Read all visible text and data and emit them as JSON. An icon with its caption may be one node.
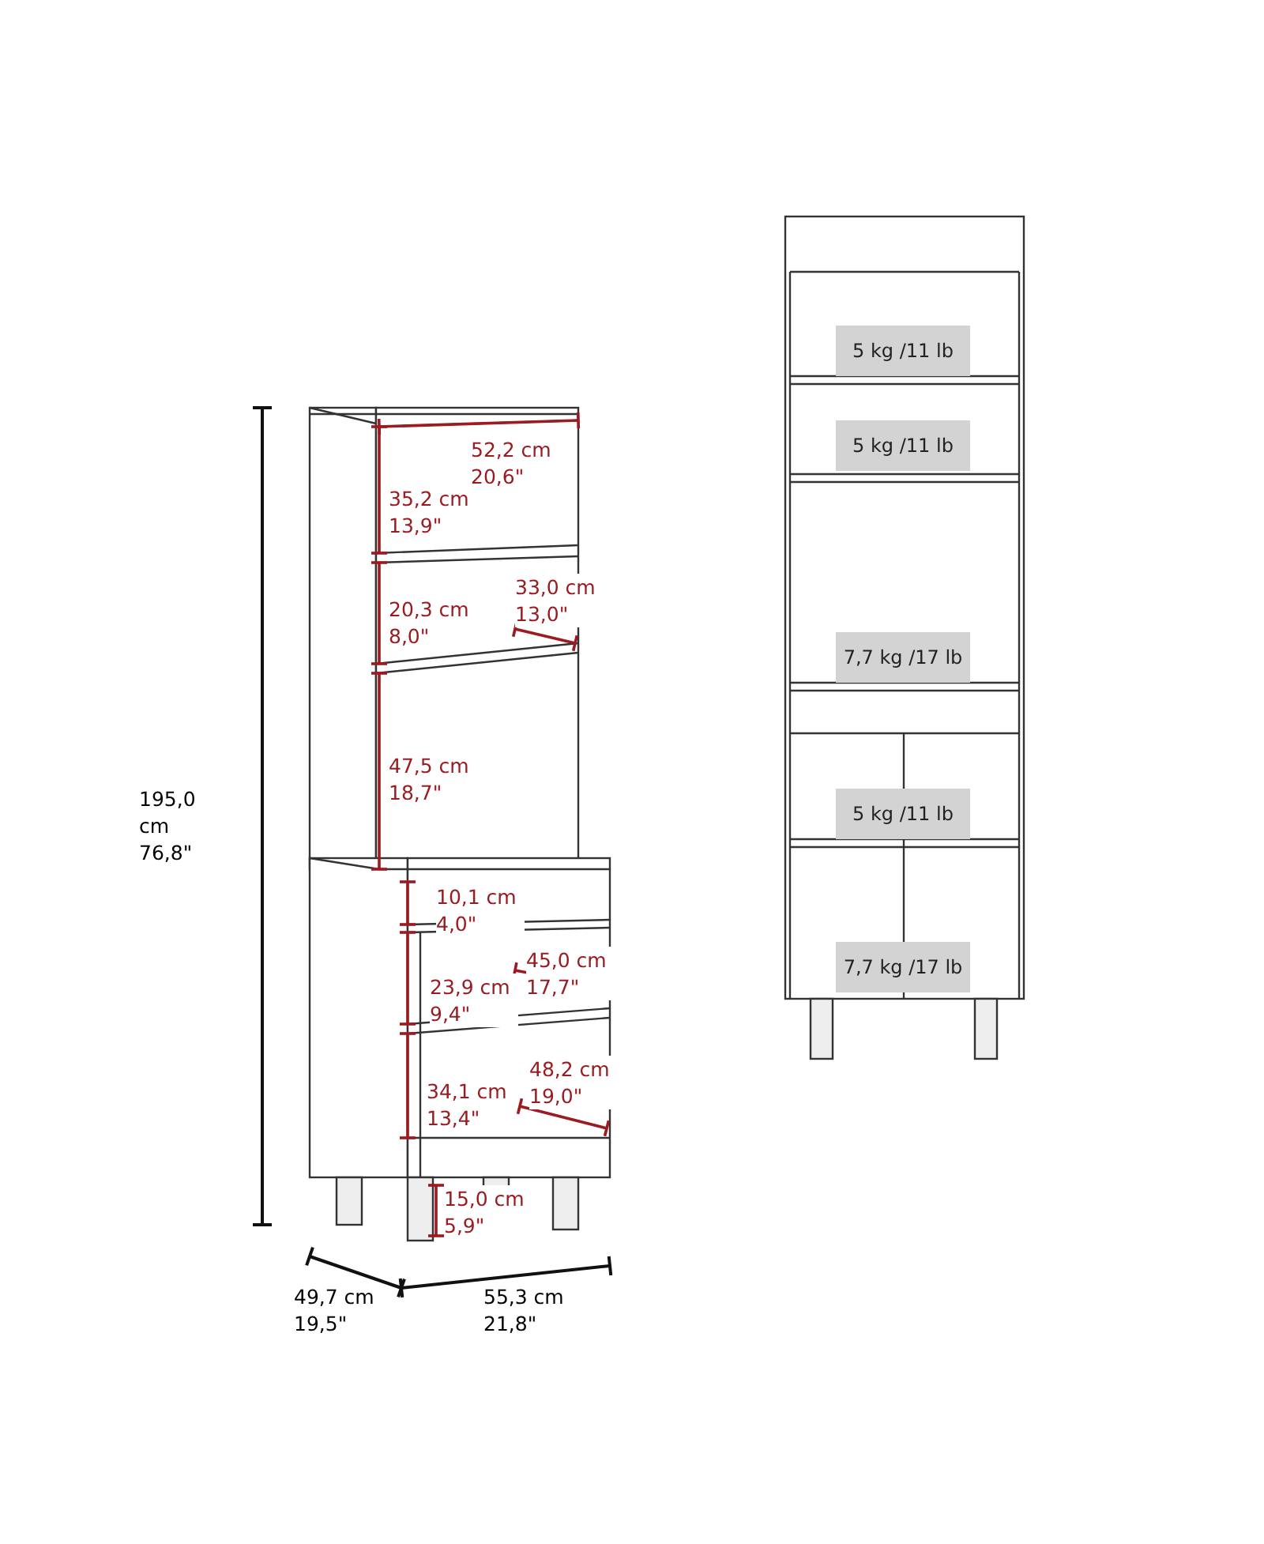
{
  "diagram": {
    "nodes": [
      {
        "text": [
          "5 kg /11 lb"
        ]
      },
      {
        "text": [
          "5 kg /11 lb"
        ]
      },
      {
        "text": [
          "7,7 kg /17 lb"
        ]
      },
      {
        "text": [
          "5 kg /11 lb"
        ]
      },
      {
        "text": [
          "7,7 kg /17 lb"
        ]
      }
    ],
    "edges": [],
    "labels": [
      "52,2 cm 20,6\"",
      "35,2 cm 13,9\"",
      "20,3 cm 8,0\"",
      "33,0 cm 13,0\"",
      "47,5 cm 18,7\"",
      "195,0 cm 76,8\"",
      "10,1 cm 4,0\"",
      "45,0 cm 17,7\"",
      "23,9 cm 9,4\"",
      "48,2 cm 19,0\"",
      "34,1 cm 13,4\"",
      "15,0 cm 5,9\"",
      "49,7 cm 19,5\"",
      "55,3 cm 21,8\""
    ]
  }
}
